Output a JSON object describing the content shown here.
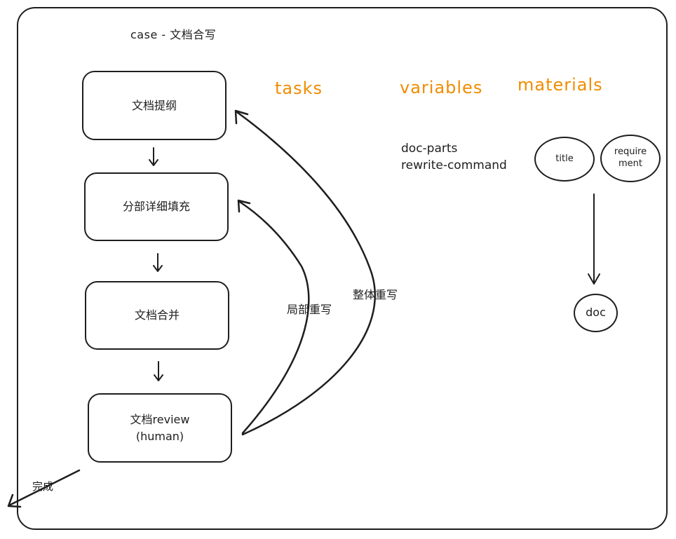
{
  "diagram": {
    "title": "case - 文档合写",
    "flow": {
      "steps": [
        "文档提纲",
        "分部详细填充",
        "文档合并",
        "文档review\n(human)"
      ],
      "partial_rewrite_label": "局部重写",
      "full_rewrite_label": "整体重写",
      "done_label": "完成"
    },
    "columns": {
      "tasks": "tasks",
      "variables": "variables",
      "materials": "materials"
    },
    "variables": [
      "doc-parts",
      "rewrite-command"
    ],
    "materials": {
      "inputs": [
        "title",
        "require\nment"
      ],
      "output": "doc"
    },
    "colors": {
      "stroke": "#1e1e1e",
      "heading": "#f08c00"
    }
  }
}
